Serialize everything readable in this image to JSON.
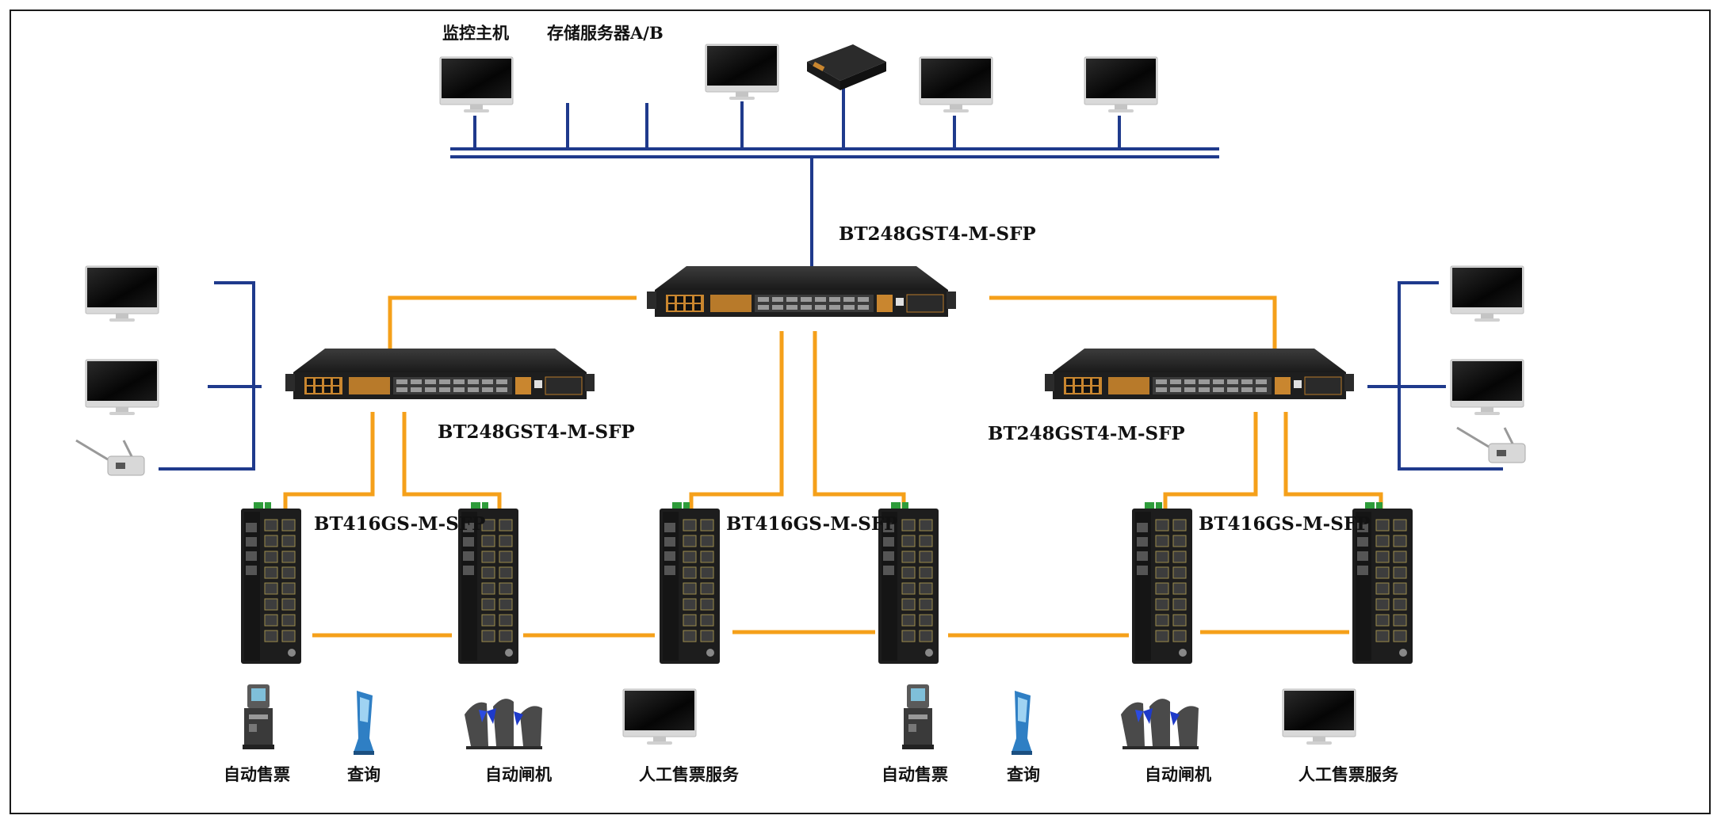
{
  "top_labels": {
    "monitor_host": "监控主机",
    "storage_servers": "存储服务器A/B"
  },
  "switch_models": {
    "core": "BT248GST4-M-SFP",
    "left_agg": "BT248GST4-M-SFP",
    "right_agg": "BT248GST4-M-SFP",
    "access_1": "BT416GS-M-SFP",
    "access_2": "BT416GS-M-SFP",
    "access_3": "BT416GS-M-SFP"
  },
  "terminal_captions": [
    "自动售票",
    "查询",
    "自动闸机",
    "人工售票服务",
    "自动售票",
    "查询",
    "自动闸机",
    "人工售票服务"
  ],
  "colors": {
    "copper_link": "#1f3a8c",
    "fiber_link": "#f5a01a",
    "frame": "#1a1a1a"
  }
}
